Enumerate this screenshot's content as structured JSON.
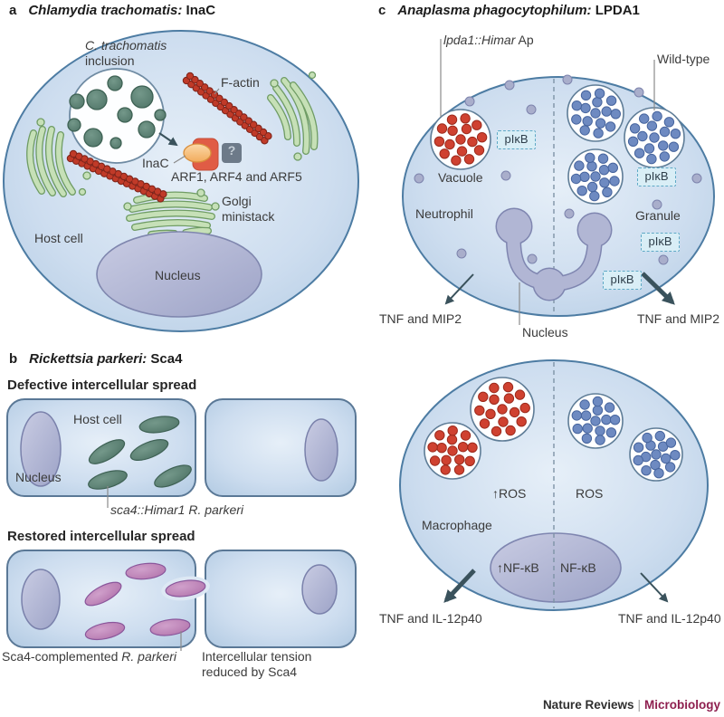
{
  "panel_a": {
    "label": "a",
    "title_species": "Chlamydia trachomatis:",
    "title_effector": " InaC",
    "inclusion_line1": "C. trachomatis",
    "inclusion_line2": "inclusion",
    "f_actin": "F-actin",
    "inac": "InaC",
    "arf": "ARF1, ARF4 and ARF5",
    "question": "?",
    "golgi_line1": "Golgi",
    "golgi_line2": "ministack",
    "host_cell": "Host cell",
    "nucleus": "Nucleus"
  },
  "panel_b": {
    "label": "b",
    "title_species": "Rickettsia parkeri:",
    "title_effector": " Sca4",
    "defective": "Defective intercellular spread",
    "restored": "Restored intercellular spread",
    "host_cell": "Host cell",
    "nucleus": "Nucleus",
    "mutant": "sca4::Himar1 R. parkeri",
    "complemented_plain": "Sca4-complemented ",
    "complemented_italic": "R. parkeri",
    "tension": "Intercellular tension reduced by Sca4"
  },
  "panel_c": {
    "label": "c",
    "title_species": "Anaplasma phagocytophilum:",
    "title_effector": " LPDA1",
    "mutant_italic": "lpda1::Himar",
    "mutant_plain": " Ap",
    "wild_type": "Wild-type",
    "vacuole": "Vacuole",
    "neutrophil": "Neutrophil",
    "granule": "Granule",
    "pikb": "pIκB",
    "nucleus": "Nucleus",
    "tnf_mip2_left": "TNF and MIP2",
    "tnf_mip2_right": "TNF and MIP2",
    "ros_up": "↑ROS",
    "ros": "ROS",
    "macrophage": "Macrophage",
    "nfkb_up": "↑NF-κB",
    "nfkb": "NF-κB",
    "tnf_il12_left": "TNF and IL-12p40",
    "tnf_il12_right": "TNF and IL-12p40"
  },
  "footer": {
    "journal": "Nature Reviews",
    "divider": "|",
    "subject": "Microbiology"
  },
  "colors": {
    "cell_blue_border": "#4d7ca3",
    "cell_blue_fill": "#c9dbee",
    "bacteria_green": "#5d8578",
    "f_actin_red": "#c03a28",
    "arf_red": "#e05c45",
    "inac_orange": "#f5b870",
    "unknown_gray": "#6d7a89",
    "golgi_green": "#c6e0b7",
    "nucleus_purple": "#aab0d0",
    "mutant_vacuole_red": "#cf4130",
    "mutant_vacuole_red_edge": "#9c2a1c",
    "wildtype_vacuole_blue": "#6e8ac1",
    "wildtype_vacuole_blue_edge": "#47659e",
    "granule_purple": "#a9aecb",
    "pikb_box_blue": "#d9eef6",
    "rickettsia_pink": "#c48bc0",
    "arrow_dark": "#3a525c",
    "brand_maroon": "#8e1f4f"
  }
}
